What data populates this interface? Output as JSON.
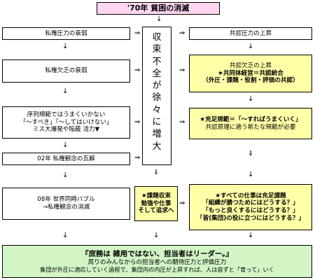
{
  "header": {
    "title": "'70年 貧困の消滅"
  },
  "left": {
    "box1": "私権圧力の衰弱",
    "box2": "私権欠乏の衰弱",
    "box3": [
      "序列規範ではうまくいかない",
      "「～すべき」「～してはいけない」",
      "ミス大爆発や陥蔽 活力▼"
    ],
    "box4": "02年 私権観念の瓦解",
    "box5": [
      "08年 世界同時バブル",
      "→私権観念の消滅"
    ]
  },
  "middle": {
    "vertical": [
      "収",
      "束",
      "不",
      "全",
      "が",
      "徐",
      "々",
      "に",
      "増",
      "大"
    ],
    "box": [
      "★課題収束",
      "勉強や仕事",
      "そして追求へ"
    ]
  },
  "right": {
    "box1": "共認圧力の上昇",
    "box2": [
      "共認欠乏の上昇",
      "★共同体経営＝共認統合",
      "（外圧・課題・役割・評価の共認）"
    ],
    "box3": [
      "★充足規範＝「～すればうまくいく」",
      "共認原理に適う新たな規範が必要"
    ],
    "box4": [
      "★すべての仕事は充足課題",
      "「組織が勝つためにはどうする？」",
      "「もっと良くするにはどうする？」",
      "「皆(集団)の役に立つにはどうする？」"
    ]
  },
  "footer": {
    "line1": "『庶務は 雑用ではない、担当者はリーダー。』",
    "line2": "周りのみんなからの担当者への期待圧力と評価圧力",
    "line3": "集団が外圧に適応していく過程で、集団内の内圧が上昇すれば、人は自ずと「育って」いく"
  },
  "symbols": {
    "down": "↓",
    "right": "⇒",
    "ddown": "⇓"
  },
  "colors": {
    "header": "#ffd6f0",
    "footer": "#d3f5c6",
    "highlight": "#ffffa8"
  }
}
